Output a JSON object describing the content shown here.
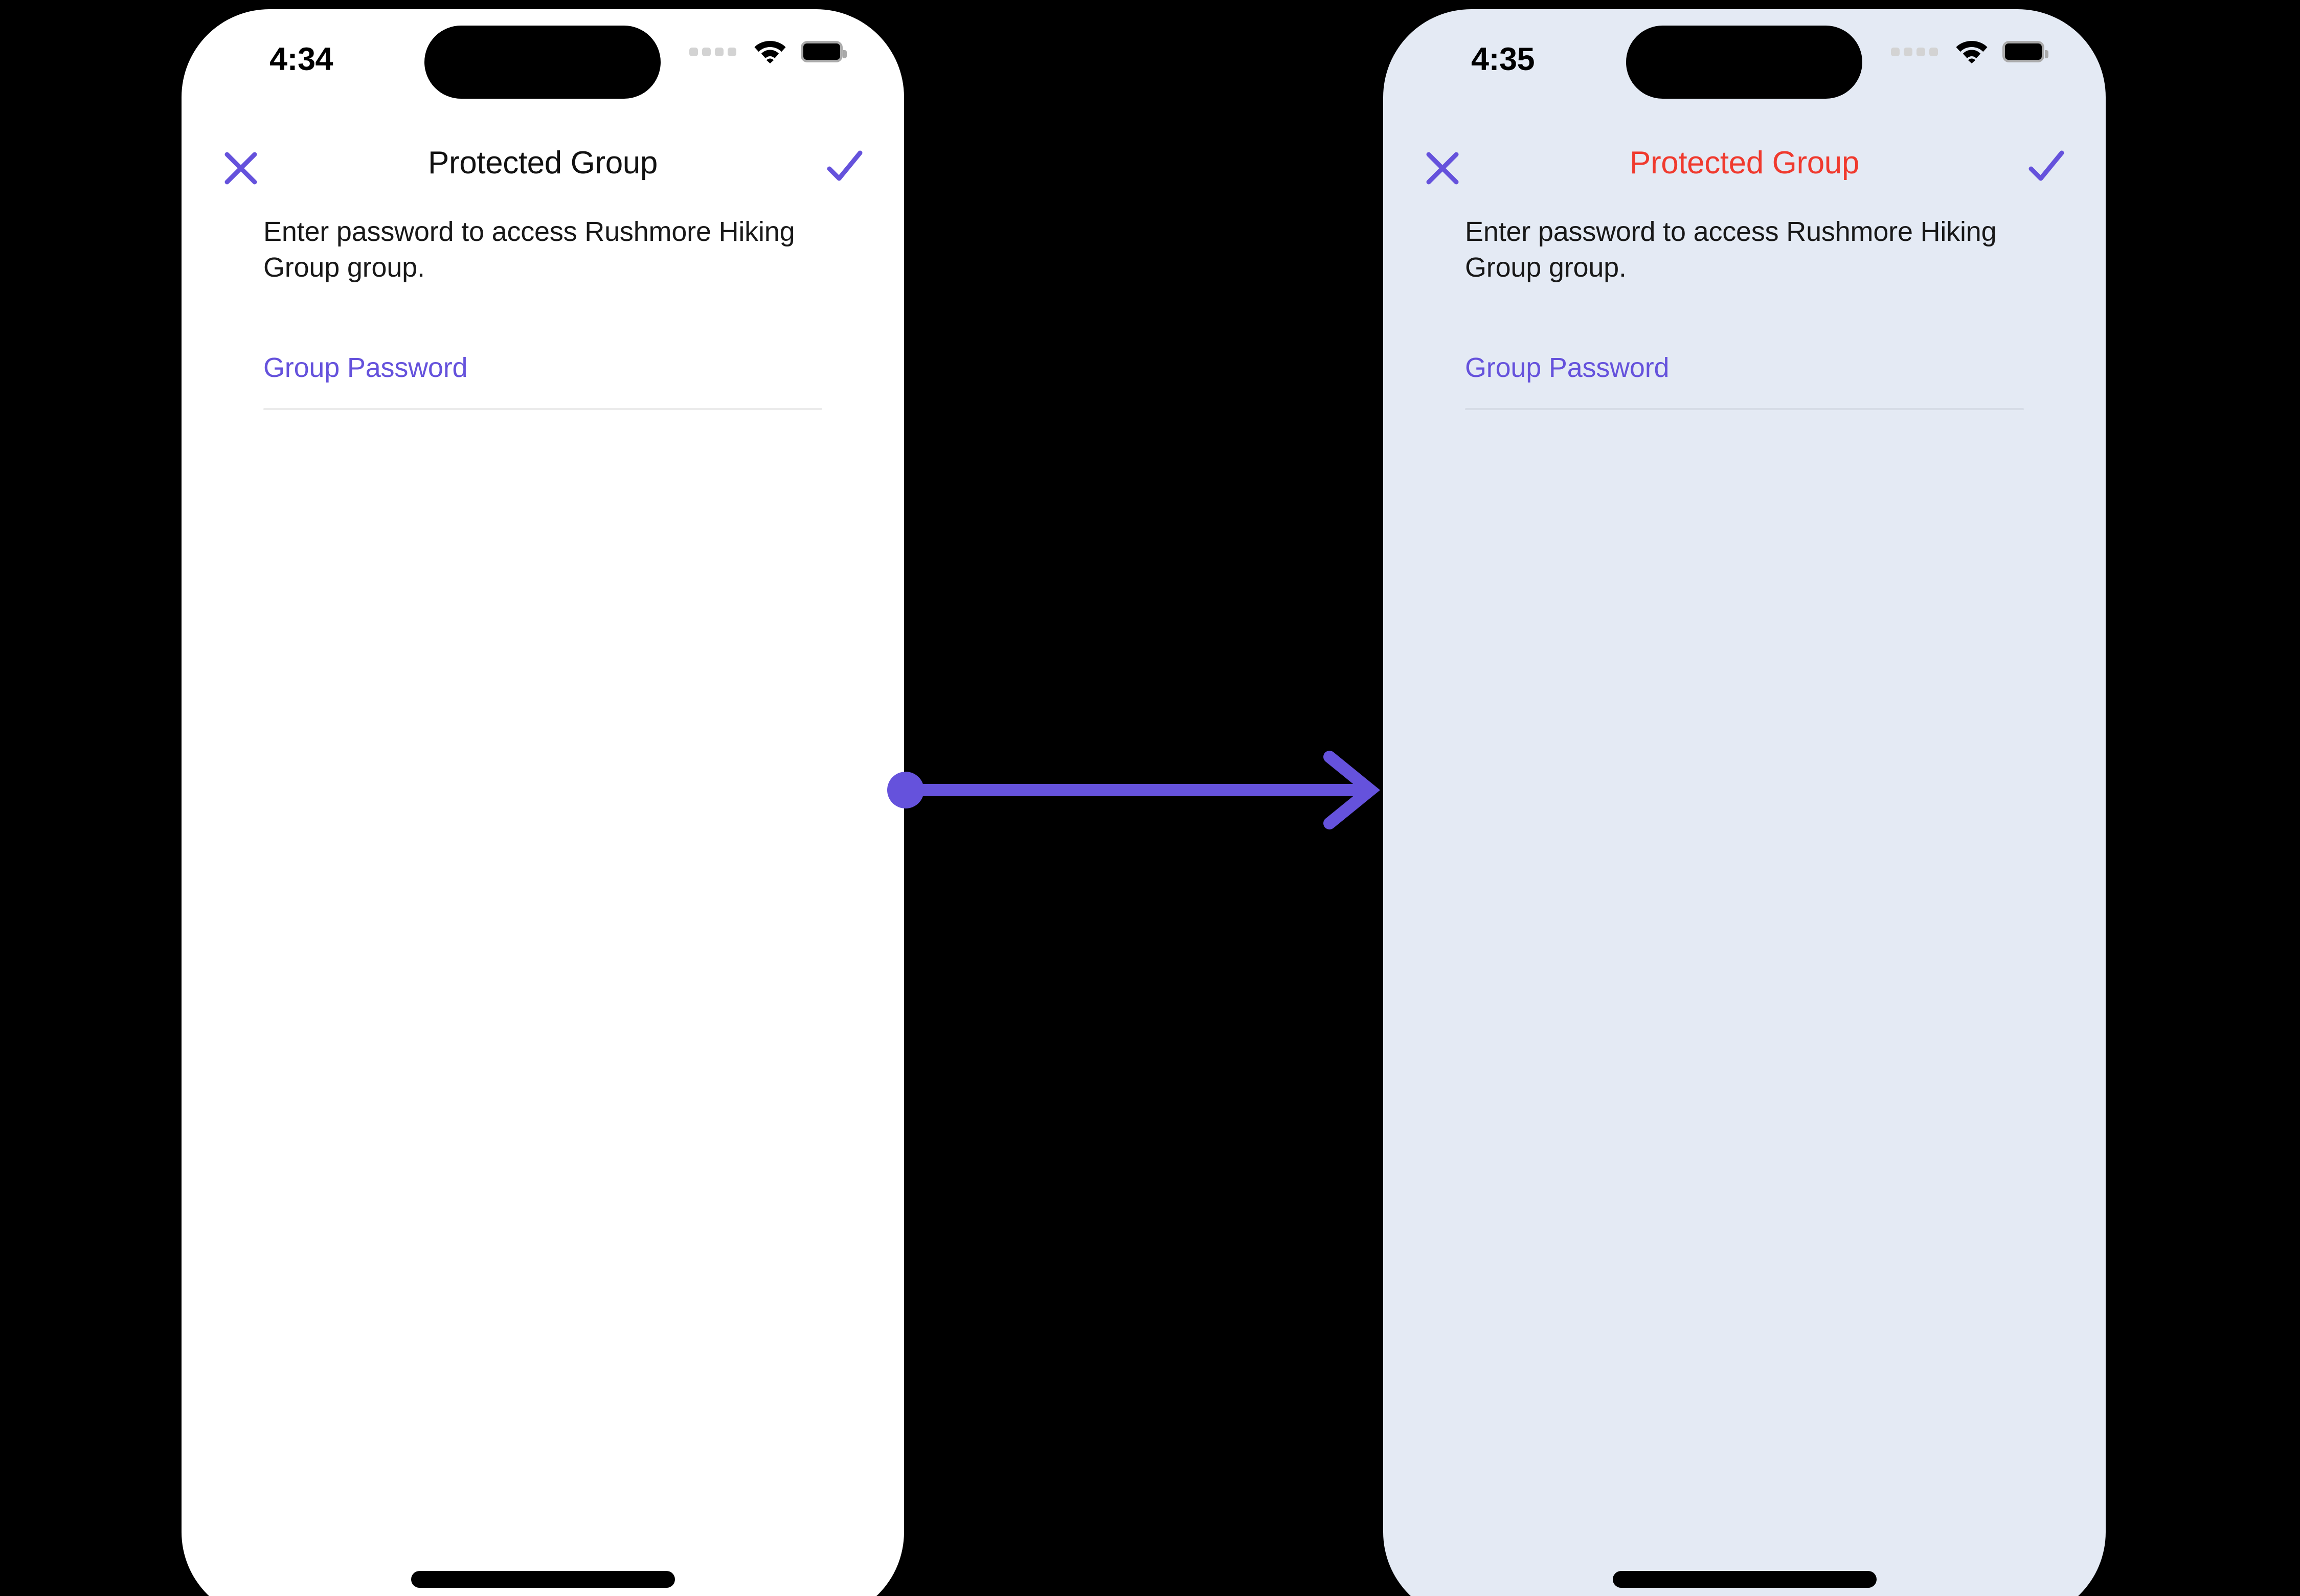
{
  "flow": {
    "arrow_color": "#6552DC",
    "arrow_name": "transition-arrow",
    "direction": "left-to-right"
  },
  "screens": [
    {
      "id": "before",
      "background": "#FFFFFF",
      "status_bar": {
        "time": "4:34",
        "cellular_icon": "cellular-dots-icon",
        "wifi_icon": "wifi-icon",
        "battery_icon": "battery-icon"
      },
      "nav": {
        "close_icon": "close-icon",
        "done_icon": "checkmark-icon",
        "title": "Protected Group",
        "title_color": "#111111"
      },
      "body": {
        "prompt": "Enter password to access Rushmore Hiking Group group.",
        "field_label": "Group Password",
        "field_value": "",
        "field_placeholder": "",
        "label_color": "#6552DC"
      },
      "home_indicator": "home-indicator"
    },
    {
      "id": "after",
      "background": "#E4EAF4",
      "status_bar": {
        "time": "4:35",
        "cellular_icon": "cellular-dots-icon",
        "wifi_icon": "wifi-icon",
        "battery_icon": "battery-icon"
      },
      "nav": {
        "close_icon": "close-icon",
        "done_icon": "checkmark-icon",
        "title": "Protected Group",
        "title_color": "#F03A2E"
      },
      "body": {
        "prompt": "Enter password to access Rushmore Hiking Group group.",
        "field_label": "Group Password",
        "field_value": "",
        "field_placeholder": "",
        "label_color": "#6552DC"
      },
      "home_indicator": "home-indicator"
    }
  ]
}
